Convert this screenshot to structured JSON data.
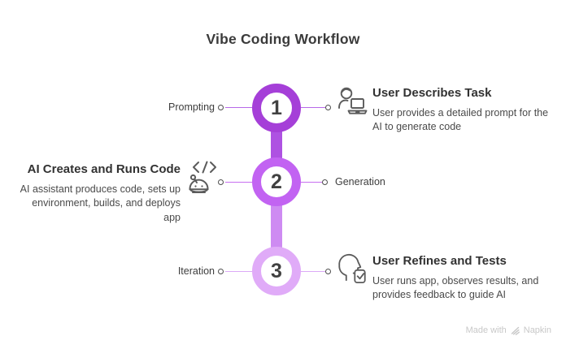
{
  "title": "Vibe Coding Workflow",
  "colors": {
    "step1_ring": "#A53FD8",
    "step2_ring": "#C263F2",
    "step3_ring": "#E0ABF8",
    "connector_1_2": "#AE52E2",
    "connector_2_3": "#CE8BF2",
    "step1_line": "#B768E8",
    "step2_line": "#C76FF0",
    "step3_line": "#DCA9F6",
    "title_text": "#3B3B3B",
    "body_text": "#4A4A4A",
    "icon_stroke": "#5B5B5B",
    "watermark_text": "#C8C8C8"
  },
  "steps": [
    {
      "number": "1",
      "side_label": "Prompting",
      "heading": "User Describes Task",
      "description": "User provides a detailed prompt for the AI to generate code",
      "icon": "user-laptop-icon"
    },
    {
      "number": "2",
      "side_label": "Generation",
      "heading": "AI Creates and Runs Code",
      "description": "AI assistant produces code, sets up environment, builds, and deploys app",
      "icon": "robot-code-icon"
    },
    {
      "number": "3",
      "side_label": "Iteration",
      "heading": "User Refines and Tests",
      "description": "User runs app, observes results, and provides feedback to guide AI",
      "icon": "head-check-icon"
    }
  ],
  "watermark": {
    "prefix": "Made with",
    "brand": "Napkin"
  }
}
